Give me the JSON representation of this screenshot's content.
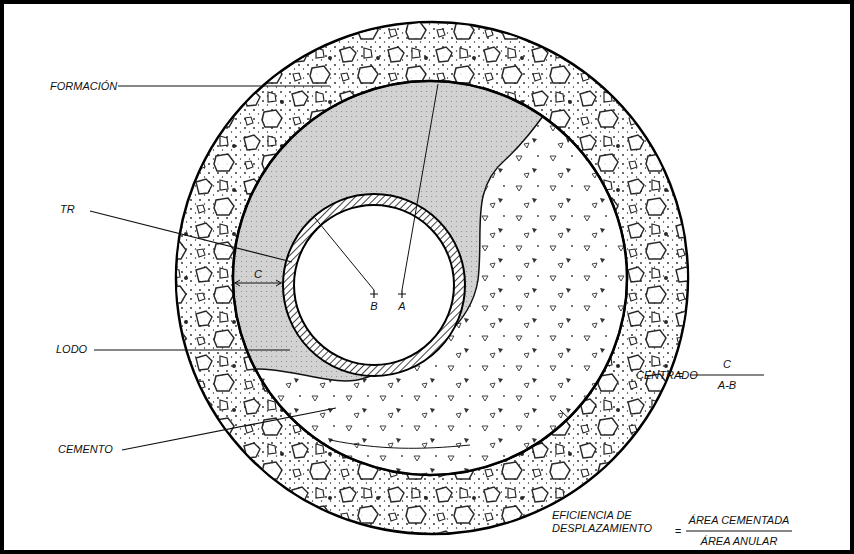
{
  "diagram": {
    "labels": [
      "FORMACIÓN",
      "TR",
      "LODO",
      "CEMENTO",
      "C",
      "B",
      "A",
      "CENTRADO",
      "=",
      "C",
      "A-B",
      "EFICIENCIA DE DESPLAZAMIENTO",
      "=",
      "ÁREA CEMENTADA",
      "ÁREA ANULAR"
    ]
  }
}
